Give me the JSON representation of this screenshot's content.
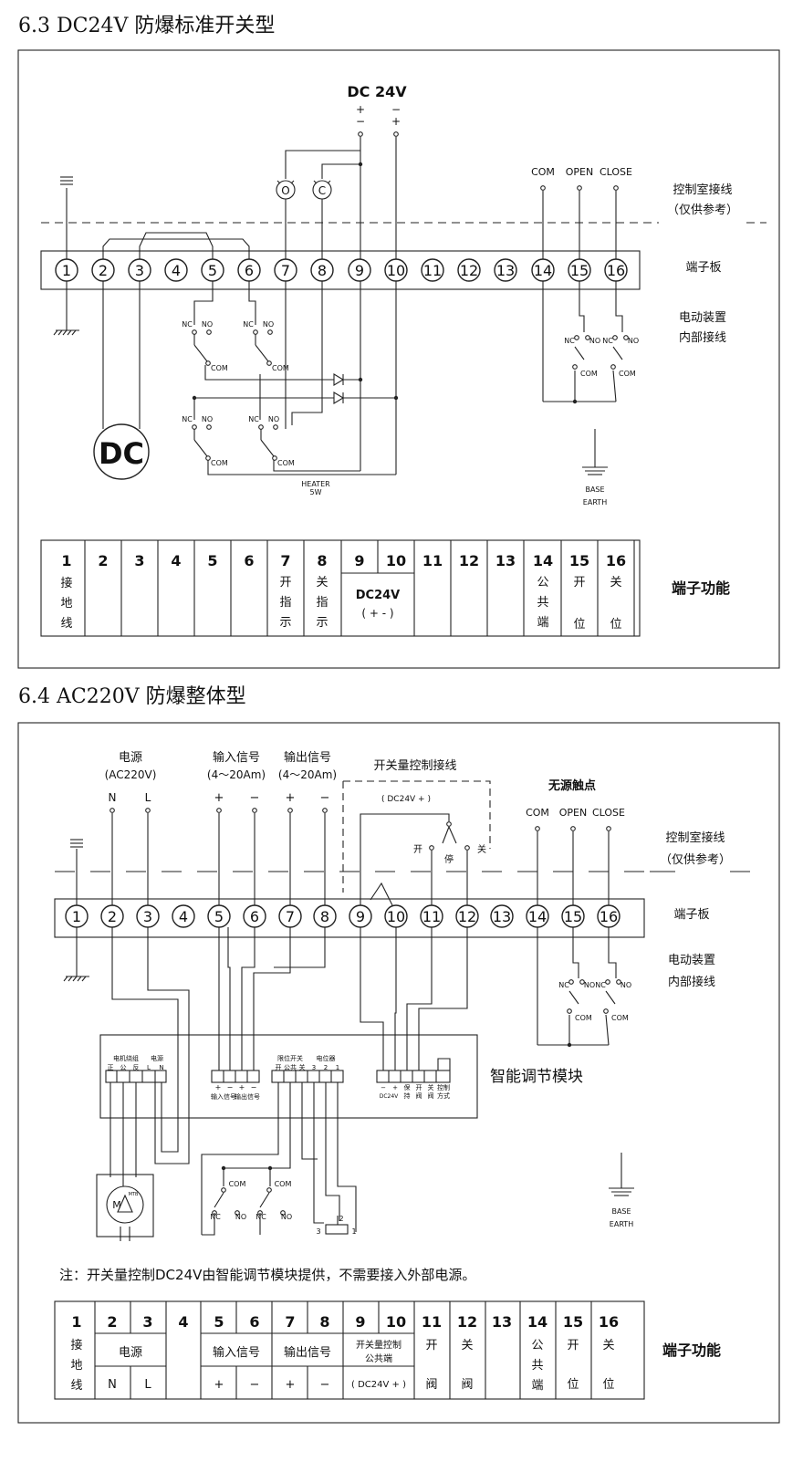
{
  "sec63": {
    "heading": "6.3 DC24V 防爆标准开关型",
    "supply": {
      "title": "DC 24V",
      "left_signs": [
        "+",
        "−"
      ],
      "right_signs": [
        "−",
        "+"
      ]
    },
    "lamps": [
      "O",
      "C"
    ],
    "top_contacts": [
      "COM",
      "OPEN",
      "CLOSE"
    ],
    "control_room": [
      "控制室接线",
      "（仅供参考）"
    ],
    "terminals": [
      "1",
      "2",
      "3",
      "4",
      "5",
      "6",
      "7",
      "8",
      "9",
      "10",
      "11",
      "12",
      "13",
      "14",
      "15",
      "16"
    ],
    "terminal_board": "端子板",
    "internal_wiring": [
      "电动装置",
      "内部接线"
    ],
    "dc_motor": "DC",
    "heater": [
      "HEATER",
      "5W"
    ],
    "earth": [
      "BASE",
      "EARTH"
    ],
    "nc": "NC",
    "no": "NO",
    "com": "COM",
    "function_title": "端子功能",
    "function": {
      "numbers": [
        "1",
        "2",
        "3",
        "4",
        "5",
        "6",
        "7",
        "8",
        "9",
        "10",
        "11",
        "12",
        "13",
        "14",
        "15",
        "16"
      ],
      "t1": [
        "接",
        "地",
        "线"
      ],
      "t7": [
        "开",
        "指",
        "示"
      ],
      "t8": [
        "关",
        "指",
        "示"
      ],
      "t9_10": [
        "DC24V",
        "( + - )"
      ],
      "t14": [
        "公",
        "共",
        "端"
      ],
      "t15": [
        "开",
        "位"
      ],
      "t16": [
        "关",
        "位"
      ]
    }
  },
  "sec64": {
    "heading": "6.4 AC220V 防爆整体型",
    "power": [
      "电源",
      "(AC220V)"
    ],
    "power_pins": [
      "N",
      "L"
    ],
    "input": [
      "输入信号",
      "(4～20Am)"
    ],
    "output": [
      "输出信号",
      "(4～20Am)"
    ],
    "signs": [
      "+",
      "−",
      "+",
      "−"
    ],
    "switch_ctrl": "开关量控制接线",
    "switch_ctrl_dc": "( DC24V + )",
    "open_label": "开",
    "stop_label": "停",
    "close_label": "关",
    "dry_contact": "无源触点",
    "top_contacts": [
      "COM",
      "OPEN",
      "CLOSE"
    ],
    "control_room": [
      "控制室接线",
      "（仅供参考）"
    ],
    "terminals": [
      "1",
      "2",
      "3",
      "4",
      "5",
      "6",
      "7",
      "8",
      "9",
      "10",
      "11",
      "12",
      "13",
      "14",
      "15",
      "16"
    ],
    "terminal_board": "端子板",
    "internal_wiring": [
      "电动装置",
      "内部接线"
    ],
    "module": {
      "title": "智能调节模块",
      "g1_head": [
        "电机绕组",
        "电源"
      ],
      "g1_pins": [
        "正",
        "公",
        "反",
        "L",
        "N"
      ],
      "g2_signs": [
        "+",
        "−",
        "+",
        "−"
      ],
      "g2_labels": [
        "输入信号",
        "输出信号"
      ],
      "g3_head": [
        "限位开关",
        "电位器"
      ],
      "g3_pins": [
        "开",
        "公共",
        "关",
        "3",
        "2",
        "1"
      ],
      "g4_labels": [
        "−",
        "+",
        "保",
        "开",
        "关",
        "控制"
      ],
      "g4_labels2": [
        "DC24V",
        "持",
        "阀",
        "阀",
        "方式"
      ]
    },
    "motor": [
      "M",
      "MTB"
    ],
    "pot": [
      "3",
      "2",
      "1"
    ],
    "earth": [
      "BASE",
      "EARTH"
    ],
    "nc": "NC",
    "no": "NO",
    "com": "COM",
    "note": "注：开关量控制DC24V由智能调节模块提供，不需要接入外部电源。",
    "function_title": "端子功能",
    "function": {
      "numbers": [
        "1",
        "2",
        "3",
        "4",
        "5",
        "6",
        "7",
        "8",
        "9",
        "10",
        "11",
        "12",
        "13",
        "14",
        "15",
        "16"
      ],
      "t1": [
        "接",
        "地",
        "线"
      ],
      "power": "电源",
      "n": "N",
      "l": "L",
      "input": "输入信号",
      "output": "输出信号",
      "signs": [
        "+",
        "−",
        "+",
        "−"
      ],
      "switch_ctrl": [
        "开关量控制",
        "公共端"
      ],
      "switch_dc": "( DC24V + )",
      "t11": [
        "开",
        "阀"
      ],
      "t12": [
        "关",
        "阀"
      ],
      "t14": [
        "公",
        "共",
        "端"
      ],
      "t15": [
        "开",
        "位"
      ],
      "t16": [
        "关",
        "位"
      ]
    }
  }
}
